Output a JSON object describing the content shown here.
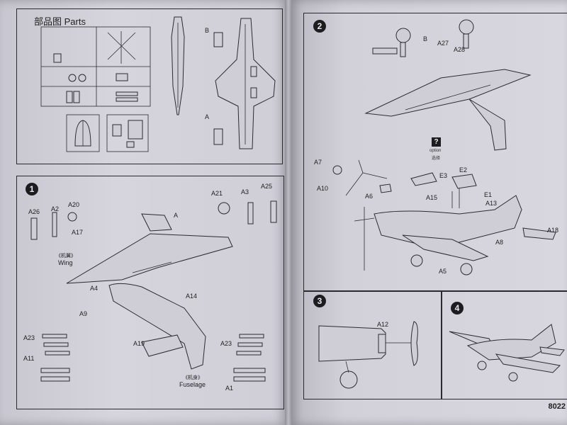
{
  "parts_section": {
    "title": "部品图 Parts",
    "sprue_labels": [
      "B",
      "A"
    ]
  },
  "steps": [
    {
      "number": "1"
    },
    {
      "number": "2"
    },
    {
      "number": "3"
    },
    {
      "number": "4"
    }
  ],
  "step1_labels": {
    "a26": "A26",
    "a2": "A2",
    "a20": "A20",
    "a17": "A17",
    "wing_cn": "《机翼》",
    "wing_en": "Wing",
    "a": "A",
    "a4": "A4",
    "a9": "A9",
    "a23_left": "A23",
    "a11": "A11",
    "a19": "A19",
    "fuselage_cn": "《机身》",
    "fuselage_en": "Fuselage",
    "a14": "A14",
    "a21": "A21",
    "a3": "A3",
    "a25": "A25",
    "a23_right": "A23",
    "a1": "A1"
  },
  "step2_labels": {
    "b": "B",
    "a27": "A27",
    "a28": "A28",
    "option_en": "option",
    "option_cn": "选择",
    "a7": "A7",
    "a10": "A10",
    "a6": "A6",
    "e3": "E3",
    "e2": "E2",
    "a15": "A15",
    "e1": "E1",
    "a13": "A13",
    "a18": "A18",
    "a8": "A8",
    "a5": "A5"
  },
  "step3_labels": {
    "a12": "A12"
  },
  "page_number": "8022",
  "colors": {
    "paper": "#d6d4dc",
    "ink": "#2a2a2e",
    "background": "#5c5a5e"
  }
}
